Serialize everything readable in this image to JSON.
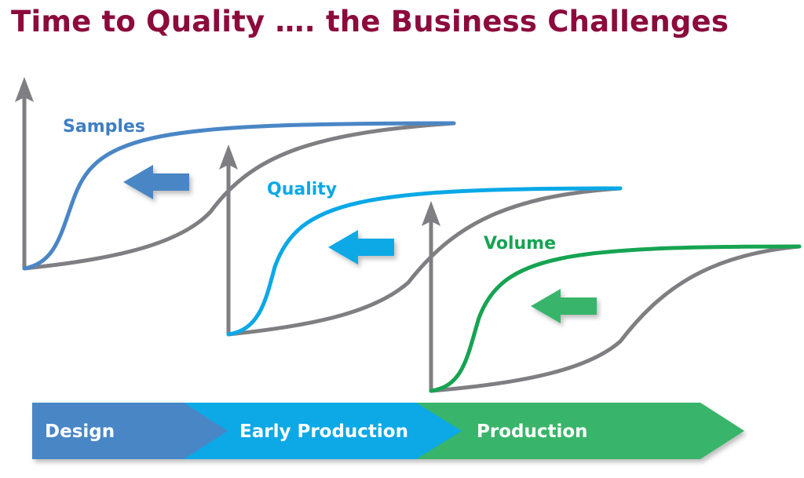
{
  "title": "Time to Quality …. the Business Challenges",
  "curves": [
    {
      "label": "Samples",
      "color": "#4a86c5"
    },
    {
      "label": "Quality",
      "color": "#0aa8e6"
    },
    {
      "label": "Volume",
      "color": "#16a452"
    }
  ],
  "phases": [
    {
      "label": "Design",
      "color": "#4a86c5"
    },
    {
      "label": "Early Production",
      "color": "#0aa8e6"
    },
    {
      "label": "Production",
      "color": "#37b56b"
    }
  ],
  "colors": {
    "title": "#8c0a3c",
    "axis_gray": "#7f7f83"
  }
}
